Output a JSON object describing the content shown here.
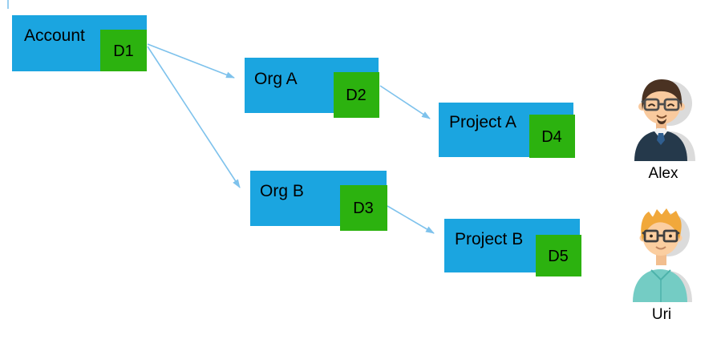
{
  "diagram": {
    "colors": {
      "node": "#1BA5E0",
      "badge": "#2CB20F",
      "edge": "#7EC2EC",
      "label": "#000000"
    },
    "nodes": [
      {
        "id": "account",
        "label": "Account",
        "badge": "D1"
      },
      {
        "id": "org-a",
        "label": "Org A",
        "badge": "D2"
      },
      {
        "id": "project-a",
        "label": "Project A",
        "badge": "D4"
      },
      {
        "id": "org-b",
        "label": "Org B",
        "badge": "D3"
      },
      {
        "id": "project-b",
        "label": "Project B",
        "badge": "D5"
      }
    ],
    "edges": [
      {
        "from": "Account",
        "to": "Org A"
      },
      {
        "from": "Account",
        "to": "Org B"
      },
      {
        "from": "Org A",
        "to": "Project A"
      },
      {
        "from": "Org B",
        "to": "Project B"
      }
    ]
  },
  "users": [
    {
      "name": "Alex"
    },
    {
      "name": "Uri"
    }
  ]
}
